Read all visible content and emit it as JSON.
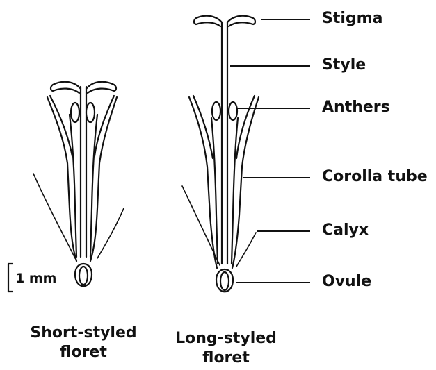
{
  "labels": {
    "stigma": "Stigma",
    "style": "Style",
    "anthers": "Anthers",
    "corolla_tube": "Corolla tube",
    "calyx": "Calyx",
    "ovule": "Ovule"
  },
  "captions": {
    "short_line1": "Short-styled",
    "short_line2": "floret",
    "long_line1": "Long-styled",
    "long_line2": "floret"
  },
  "scale_bar": {
    "text": "1 mm"
  },
  "colors": {
    "ink": "#111111",
    "background": "#ffffff"
  }
}
